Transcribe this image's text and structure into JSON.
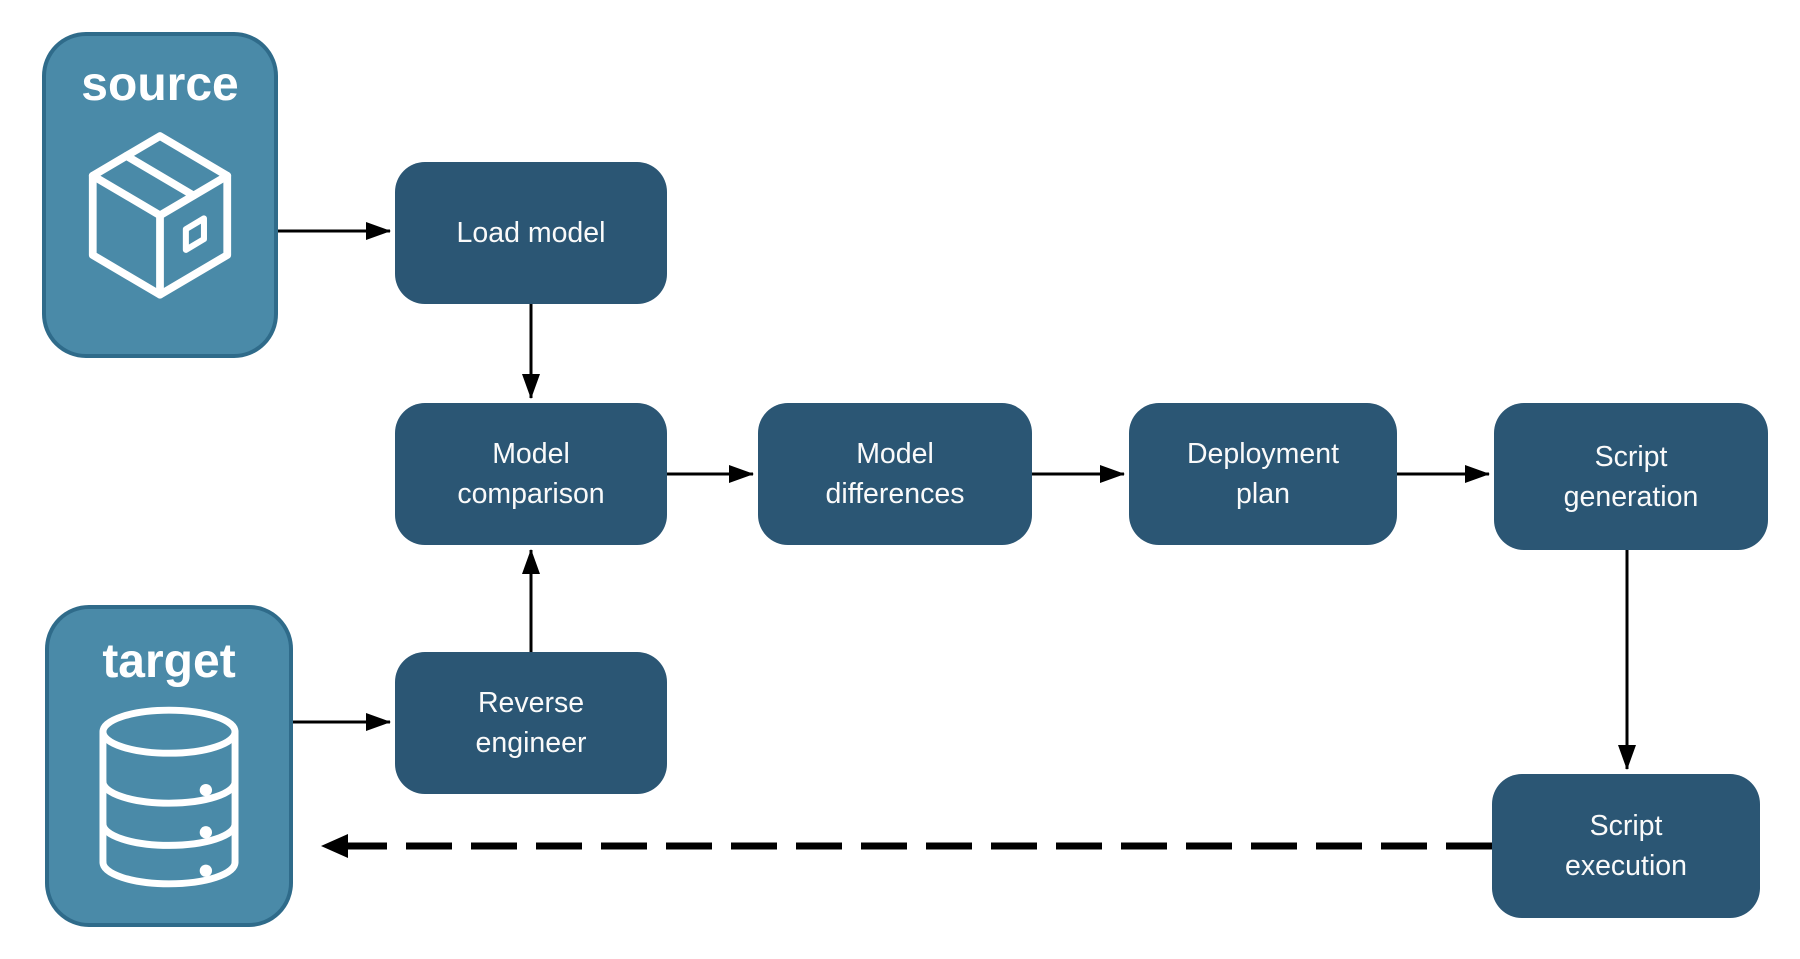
{
  "colors": {
    "canvas_bg": "#ffffff",
    "node_fill": "#2B5674",
    "node_text": "#FAFAFA",
    "endpoint_fill": "#4A8AA8",
    "endpoint_border": "#2F6B8A",
    "endpoint_text": "#ffffff",
    "arrow_color": "#000000"
  },
  "endpoints": {
    "source": {
      "label": "source",
      "icon": "package-icon"
    },
    "target": {
      "label": "target",
      "icon": "database-icon"
    }
  },
  "nodes": {
    "load_model": {
      "label": "Load model"
    },
    "model_comparison": {
      "label": "Model comparison"
    },
    "model_differences": {
      "label": "Model differences"
    },
    "deployment_plan": {
      "label": "Deployment plan"
    },
    "script_generation": {
      "label": "Script generation"
    },
    "reverse_engineer": {
      "label": "Reverse engineer"
    },
    "script_execution": {
      "label": "Script execution"
    }
  },
  "edges": [
    {
      "from": "source",
      "to": "load_model",
      "style": "solid"
    },
    {
      "from": "load_model",
      "to": "model_comparison",
      "style": "solid"
    },
    {
      "from": "model_comparison",
      "to": "model_differences",
      "style": "solid"
    },
    {
      "from": "model_differences",
      "to": "deployment_plan",
      "style": "solid"
    },
    {
      "from": "deployment_plan",
      "to": "script_generation",
      "style": "solid"
    },
    {
      "from": "script_generation",
      "to": "script_execution",
      "style": "solid"
    },
    {
      "from": "target",
      "to": "reverse_engineer",
      "style": "solid"
    },
    {
      "from": "reverse_engineer",
      "to": "model_comparison",
      "style": "solid"
    },
    {
      "from": "script_execution",
      "to": "target",
      "style": "dashed"
    }
  ]
}
